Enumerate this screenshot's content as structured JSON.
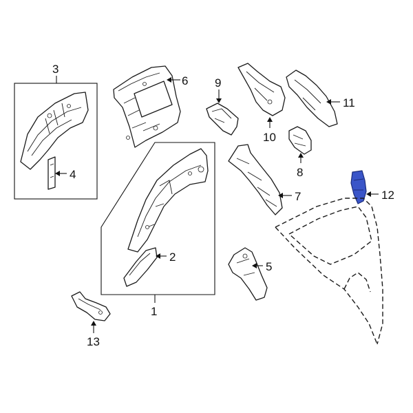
{
  "diagram": {
    "callouts": [
      {
        "id": "1",
        "label": "1"
      },
      {
        "id": "2",
        "label": "2"
      },
      {
        "id": "3",
        "label": "3"
      },
      {
        "id": "4",
        "label": "4"
      },
      {
        "id": "5",
        "label": "5"
      },
      {
        "id": "6",
        "label": "6"
      },
      {
        "id": "7",
        "label": "7"
      },
      {
        "id": "8",
        "label": "8"
      },
      {
        "id": "9",
        "label": "9"
      },
      {
        "id": "10",
        "label": "10"
      },
      {
        "id": "11",
        "label": "11"
      },
      {
        "id": "12",
        "label": "12"
      },
      {
        "id": "13",
        "label": "13"
      }
    ],
    "highlighted_part": "12",
    "colors": {
      "line": "#1a1a1a",
      "highlight": "#3a55c8",
      "background": "#ffffff"
    }
  }
}
